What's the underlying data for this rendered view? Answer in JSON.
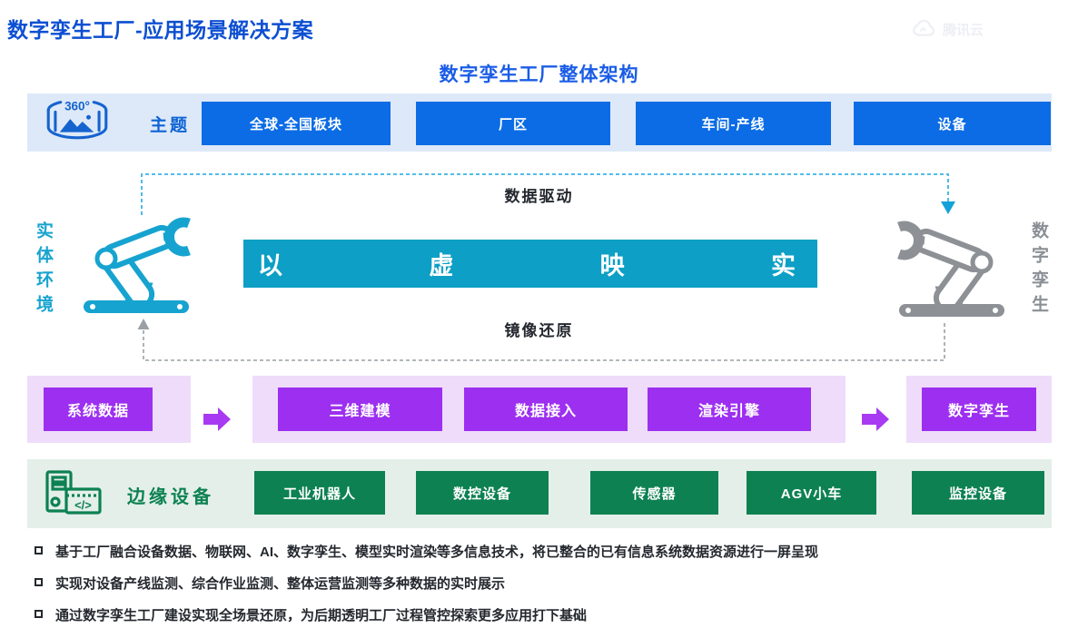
{
  "page": {
    "title": "数字孪生工厂-应用场景解决方案",
    "logo_text": "腾讯云",
    "subtitle": "数字孪生工厂整体架构"
  },
  "theme_row": {
    "icon_text": "360°",
    "label": "主题",
    "buttons": [
      "全球-全国板块",
      "厂区",
      "车间-产线",
      "设备"
    ]
  },
  "middle": {
    "top_flow_label": "数据驱动",
    "banner_chars": [
      "以",
      "虚",
      "映",
      "实"
    ],
    "bottom_flow_label": "镜像还原",
    "left_side_label": "实体环境",
    "right_side_label": "数字孪生"
  },
  "pipeline_row": {
    "source": "系统数据",
    "stages": [
      "三维建模",
      "数据接入",
      "渲染引擎"
    ],
    "result": "数字孪生"
  },
  "edge_row": {
    "label": "边缘设备",
    "icon_code_text": "</>",
    "buttons": [
      "工业机器人",
      "数控设备",
      "传感器",
      "AGV小车",
      "监控设备"
    ]
  },
  "bullets": [
    "基于工厂融合设备数据、物联网、AI、数字孪生、模型实时渲染等多信息技术，将已整合的已有信息系统数据资源进行一屏呈现",
    "实现对设备产线监测、综合作业监测、整体运营监测等多种数据的实时展示",
    "通过数字孪生工厂建设实现全场景还原，为后期透明工厂过程管控探索更多应用打下基础"
  ],
  "colors": {
    "title_blue": "#0d4fd2",
    "button_blue": "#0b6ce5",
    "theme_row_bg": "#dde9f8",
    "banner_teal": "#0d9fc5",
    "physical_teal": "#17a3d0",
    "digital_gray": "#8d9196",
    "pipeline_purple": "#9d2ff0",
    "pipeline_bg": "#eedcfa",
    "edge_green": "#0d8152",
    "edge_bg": "#e4efe9"
  }
}
